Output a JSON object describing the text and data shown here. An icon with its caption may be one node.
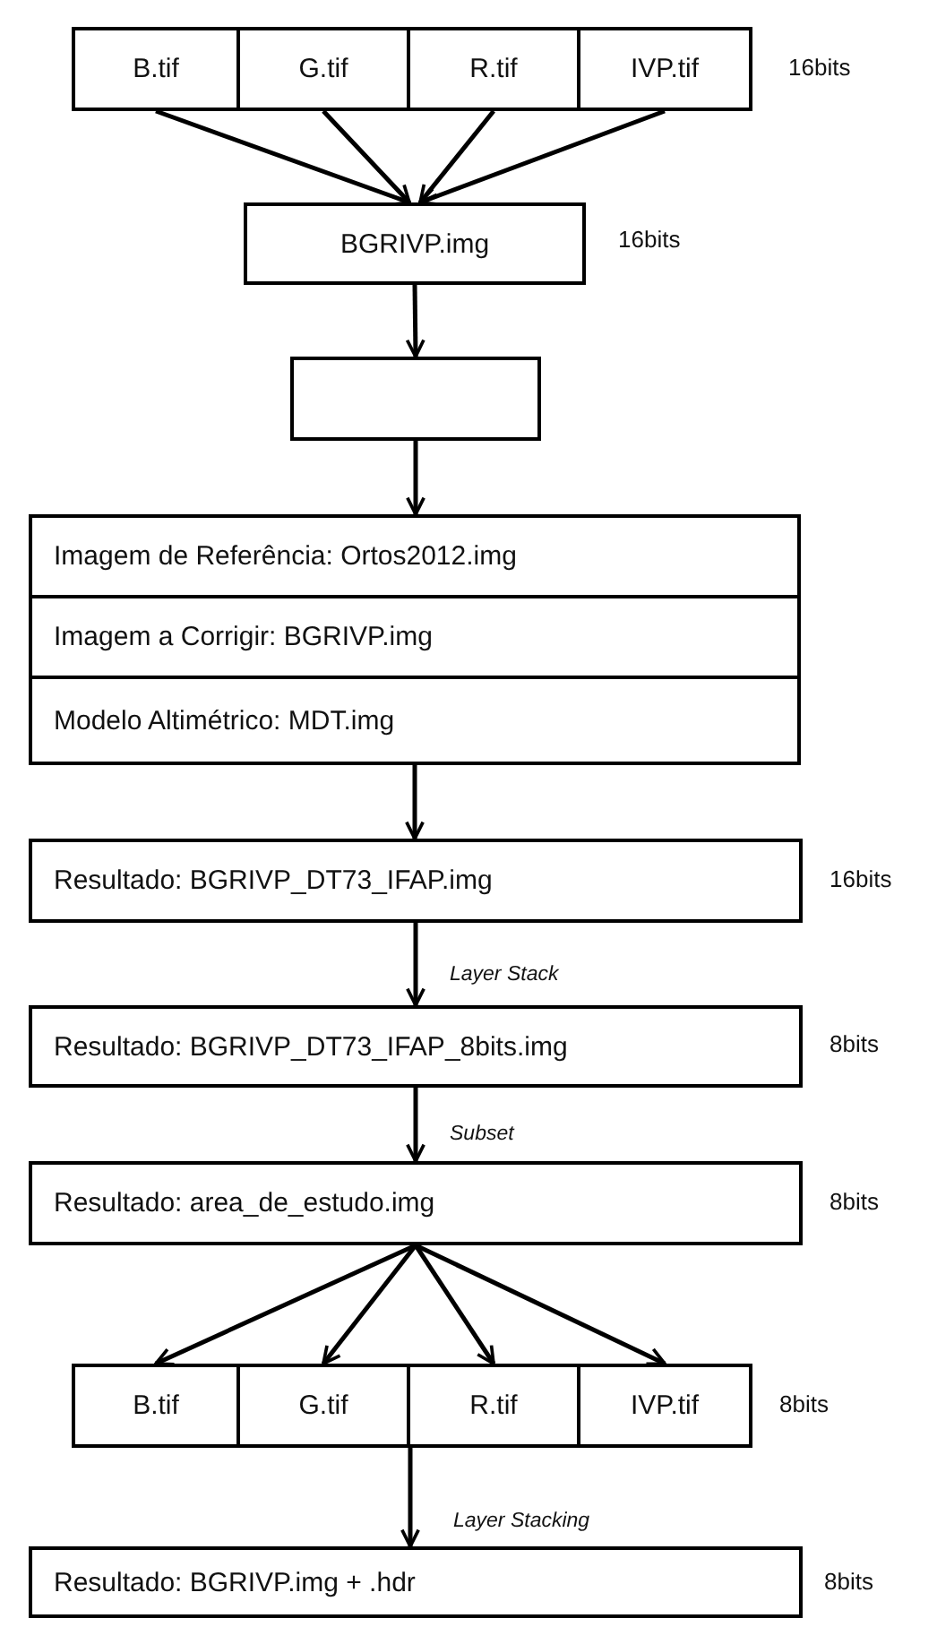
{
  "diagram": {
    "nodes": [
      {
        "text": [
          "B.tif"
        ]
      },
      {
        "text": [
          "G.tif"
        ]
      },
      {
        "text": [
          "R.tif"
        ]
      },
      {
        "text": [
          "IVP.tif"
        ],
        "beside": [
          "16bits"
        ]
      },
      {
        "text": [
          "BGRIVP.img"
        ],
        "beside": [
          "16bits"
        ]
      },
      {
        "text": [],
        "shape": "box"
      },
      {
        "text": [
          "Imagem de Referência: Ortos2012.img"
        ]
      },
      {
        "text": [
          "Imagem a Corrigir: BGRIVP.img"
        ]
      },
      {
        "text": [
          "Modelo Altimétrico: MDT.img"
        ]
      },
      {
        "text": [
          "Resultado: BGRIVP_DT73_IFAP.img"
        ],
        "beside": [
          "16bits"
        ]
      },
      {
        "text": [
          "Resultado: BGRIVP_DT73_IFAP_8bits.img"
        ],
        "beside": [
          "8bits"
        ]
      },
      {
        "text": [
          "Resultado: area_de_estudo.img"
        ],
        "beside": [
          "8bits"
        ]
      },
      {
        "text": [
          "B.tif"
        ]
      },
      {
        "text": [
          "G.tif"
        ]
      },
      {
        "text": [
          "R.tif"
        ]
      },
      {
        "text": [
          "IVP.tif"
        ],
        "beside": [
          "8bits"
        ]
      },
      {
        "text": [
          "Resultado: BGRIVP.img + .hdr"
        ],
        "beside": [
          "8bits"
        ]
      }
    ],
    "edges": [
      {
        "from": 0,
        "to": 4,
        "arrow": "to"
      },
      {
        "from": 1,
        "to": 4,
        "arrow": "to"
      },
      {
        "from": 2,
        "to": 4,
        "arrow": "to"
      },
      {
        "from": 3,
        "to": 4,
        "arrow": "to"
      },
      {
        "from": 4,
        "to": 5,
        "arrow": "to"
      },
      {
        "from": 5,
        "to": 6,
        "arrow": "to"
      },
      {
        "from": 8,
        "to": 9,
        "arrow": "to"
      },
      {
        "from": 9,
        "to": 10,
        "arrow": "to",
        "label": "Layer Stack"
      },
      {
        "from": 10,
        "to": 11,
        "arrow": "to",
        "label": "Subset"
      },
      {
        "from": 11,
        "to": 12,
        "arrow": "to"
      },
      {
        "from": 11,
        "to": 13,
        "arrow": "to"
      },
      {
        "from": 11,
        "to": 14,
        "arrow": "to"
      },
      {
        "from": 11,
        "to": 15,
        "arrow": "to"
      },
      {
        "from": 13,
        "to": 16,
        "arrow": "to",
        "label": "Layer Stacking"
      }
    ]
  }
}
